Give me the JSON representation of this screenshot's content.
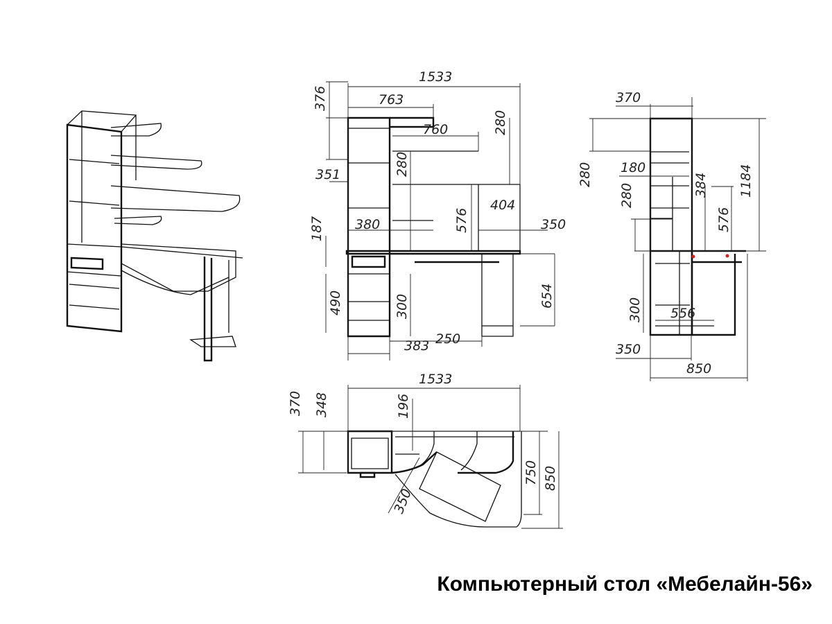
{
  "title": "Компьютерный стол «Мебелайн-56»",
  "front_view": {
    "dims": [
      "1533",
      "763",
      "760",
      "280",
      "376",
      "280",
      "351",
      "404",
      "576",
      "380",
      "350",
      "187",
      "490",
      "300",
      "654",
      "383",
      "250"
    ]
  },
  "side_view": {
    "dims": [
      "370",
      "280",
      "180",
      "280",
      "384",
      "576",
      "1184",
      "300",
      "556",
      "350",
      "850"
    ]
  },
  "top_view": {
    "dims": [
      "1533",
      "370",
      "348",
      "196",
      "350",
      "750",
      "850"
    ]
  },
  "colors": {
    "line": "#111111",
    "accent": "#d62020"
  }
}
